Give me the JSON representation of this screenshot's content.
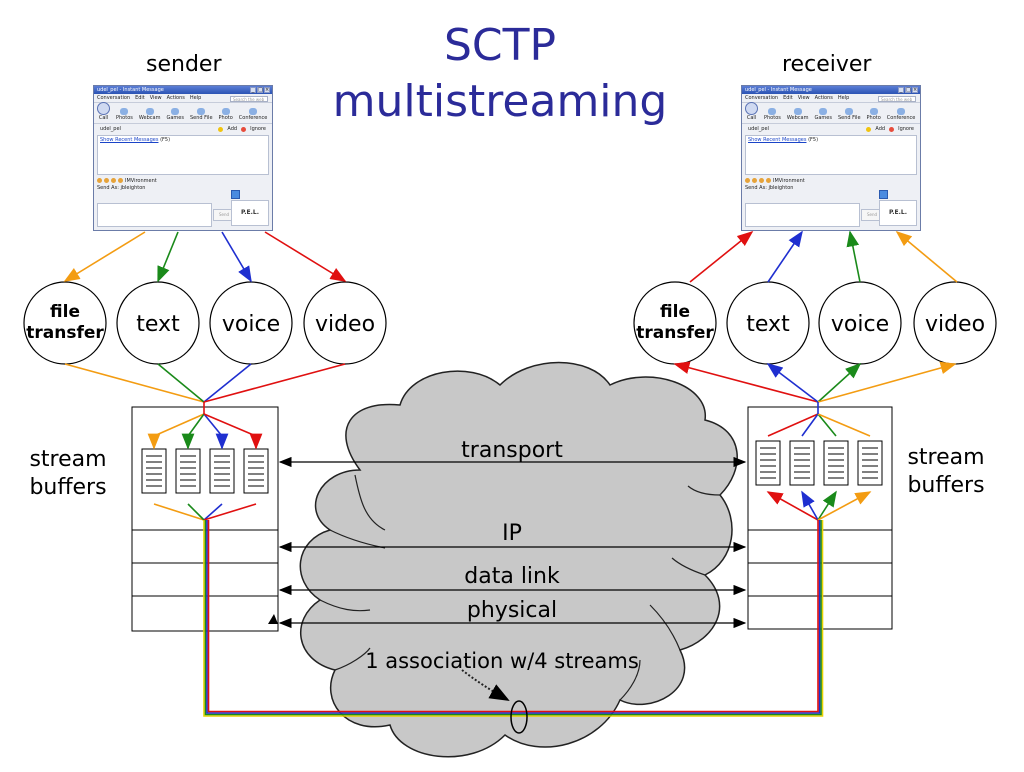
{
  "title_line1": "SCTP",
  "title_line2": "multistreaming",
  "sender_label": "sender",
  "receiver_label": "receiver",
  "buffers_line1": "stream",
  "buffers_line2": "buffers",
  "streams": [
    {
      "line1": "file",
      "line2": "transfer"
    },
    {
      "line1": "text"
    },
    {
      "line1": "voice"
    },
    {
      "line1": "video"
    }
  ],
  "layers": [
    "transport",
    "IP",
    "data link",
    "physical"
  ],
  "association_label": "1 association w/4 streams",
  "colors": {
    "file_transfer": "#f39c12",
    "text": "#1a8a1a",
    "voice": "#1f2fd0",
    "video": "#e01010",
    "yellow_wire": "#e8d200",
    "cloud": "#c8c8c8",
    "title": "#2b2b99"
  },
  "im_window": {
    "title": "udel_pel - Instant Message",
    "menu": [
      "Conversation",
      "Edit",
      "View",
      "Actions",
      "Help"
    ],
    "search_placeholder": "Search the web",
    "call_label": "Call",
    "tools": [
      "Photos",
      "Webcam",
      "Games",
      "Send File",
      "Photo",
      "Conference"
    ],
    "contact": "udel_pel",
    "add_label": "Add",
    "ignore_label": "Ignore",
    "history_link": "Show Recent Messages",
    "history_suffix": "(F5)",
    "imvironment": "IMVironment",
    "send_as": "Send As:  jbleighton",
    "send_button": "Send",
    "logo": "P.E.L."
  }
}
